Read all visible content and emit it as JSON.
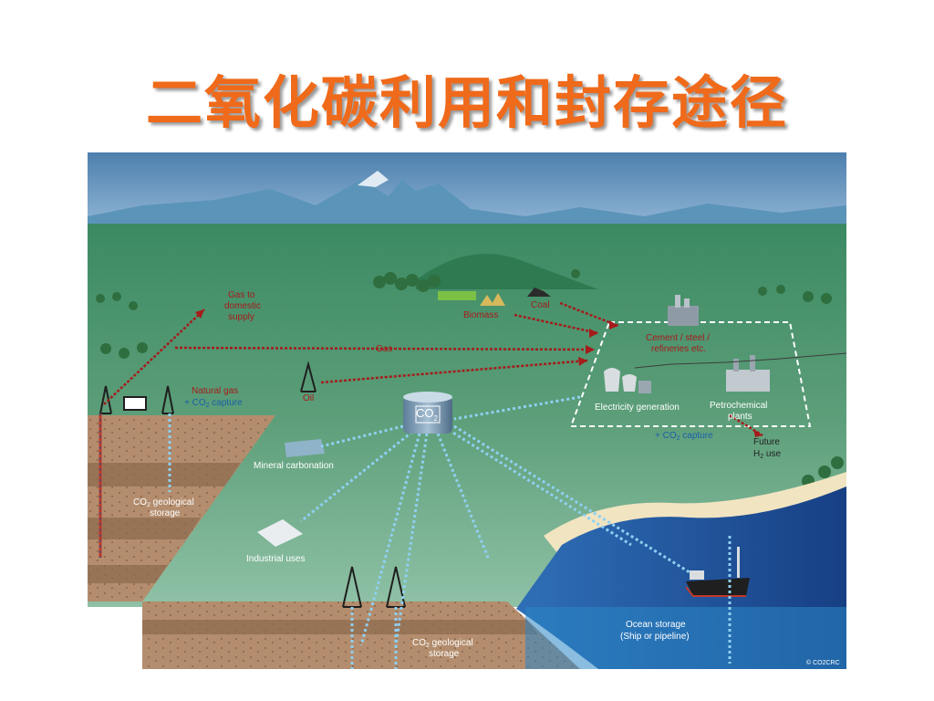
{
  "title": "二氧化碳利用和封存途径",
  "colors": {
    "title": "#ef6a1a",
    "sky": "#5f8fb8",
    "land": "#3f8f63",
    "ocean": "#1a4f98",
    "flow_red": "#a61b1b",
    "flow_blue": "#7cc3ea"
  },
  "diagram": {
    "gas_to_domestic": [
      "Gas to",
      "domestic",
      "supply"
    ],
    "biomass": "Biomass",
    "coal": "Coal",
    "gas": "Gas",
    "cement": [
      "Cement / steel /",
      "refineries etc."
    ],
    "natural_gas": "Natural gas",
    "co2_capture_left": {
      "pre": "+ CO",
      "sub": "2",
      "post": " capture"
    },
    "oil": "Oil",
    "co2_tank": {
      "main": "CO",
      "sub": "2"
    },
    "electricity": "Electricity generation",
    "petrochemical": [
      "Petrochemical",
      "plants"
    ],
    "co2_capture_right": {
      "pre": "+ CO",
      "sub": "2",
      "post": " capture"
    },
    "future": "Future",
    "h2_use": {
      "main": "H",
      "sub": "2",
      "post": " use"
    },
    "mineral_carbonation": "Mineral carbonation",
    "geo_storage_left": {
      "pre": "CO",
      "sub": "2",
      "post": " geological",
      "line2": "storage"
    },
    "industrial_uses": "Industrial uses",
    "geo_storage_bottom": {
      "pre": "CO",
      "sub": "2",
      "post": " geological",
      "line2": "storage"
    },
    "ocean_storage": [
      "Ocean storage",
      "(Ship or pipeline)"
    ],
    "copyright": "© CO2CRC"
  }
}
